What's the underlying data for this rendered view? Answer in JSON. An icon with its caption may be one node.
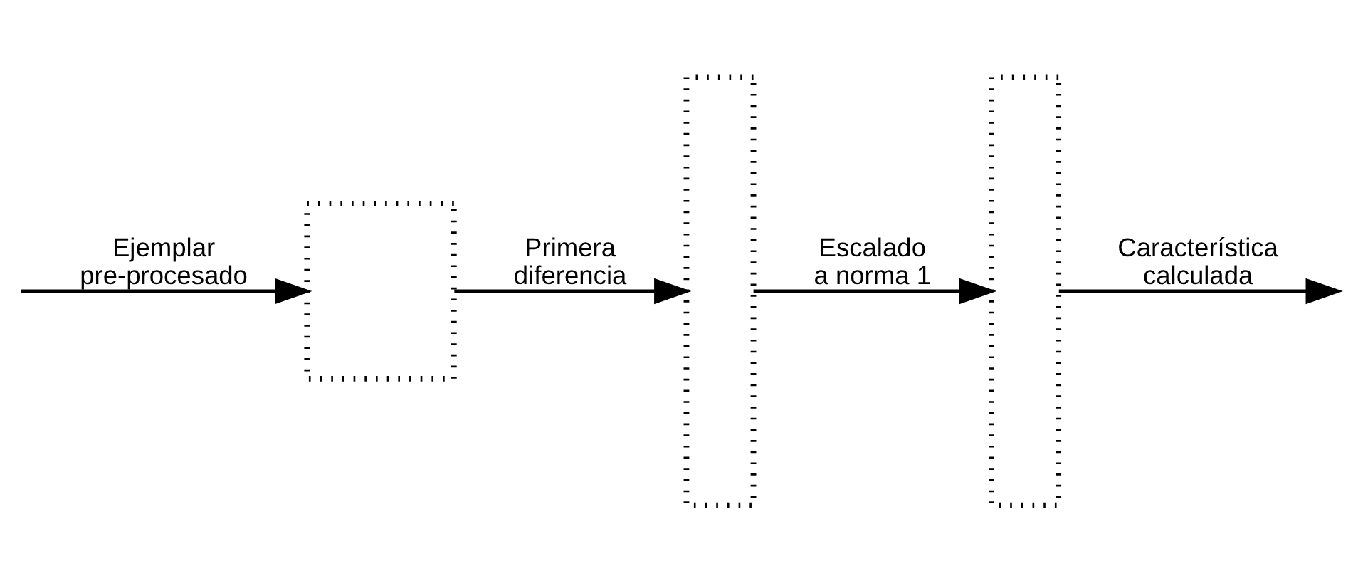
{
  "diagram": {
    "nodes": [
      {
        "text": [],
        "shape": "box"
      },
      {
        "text": [],
        "shape": "box"
      },
      {
        "text": [],
        "shape": "box"
      }
    ],
    "edges": [
      {
        "from": null,
        "to": 0,
        "arrow": "to",
        "label": "Ejemplar pre-procesado"
      },
      {
        "from": 0,
        "to": 1,
        "arrow": "to",
        "label": "Primera diferencia"
      },
      {
        "from": 1,
        "to": 2,
        "arrow": "to",
        "label": "Escalado a norma 1"
      },
      {
        "from": 2,
        "to": null,
        "arrow": "to",
        "label": "Característica calculada"
      }
    ]
  }
}
